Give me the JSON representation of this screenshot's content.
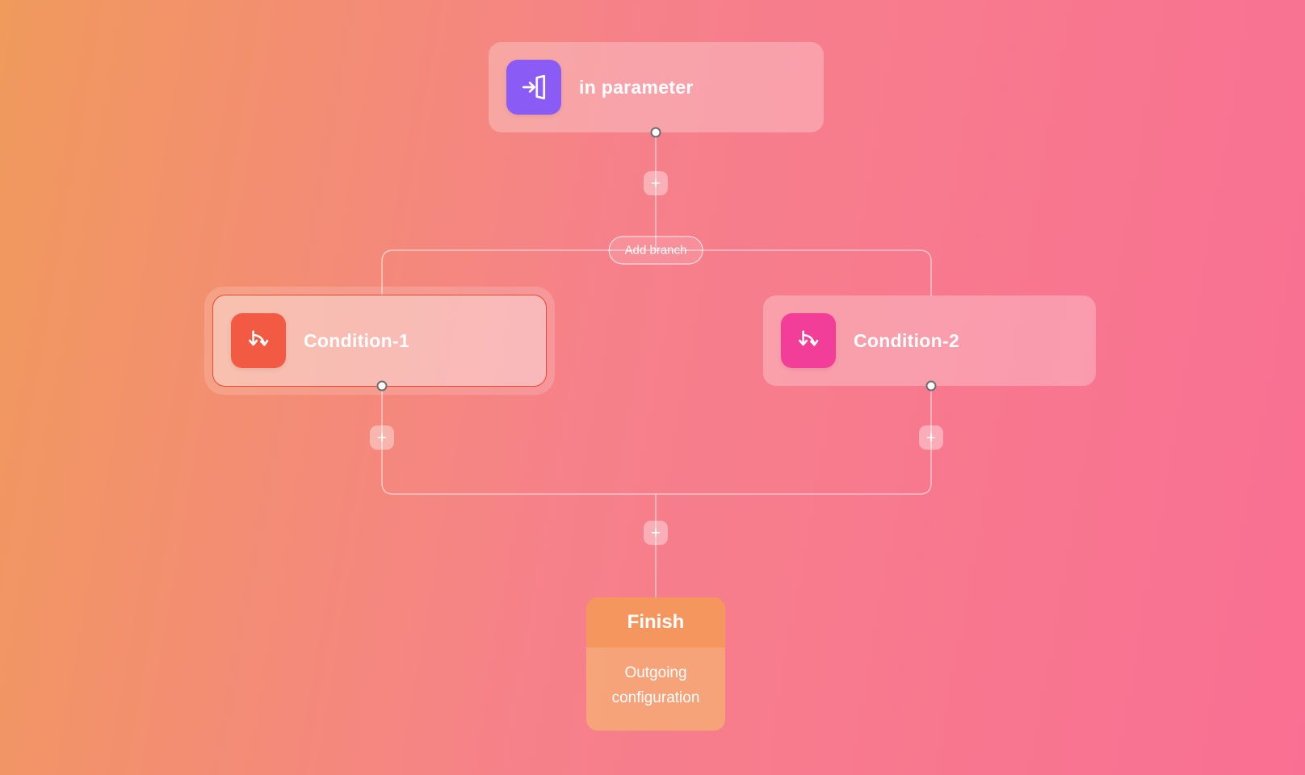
{
  "background": {
    "gradient_left": "#f09a5c",
    "gradient_right": "#f96f93"
  },
  "nodes": {
    "in_parameter": {
      "label": "in parameter",
      "icon": "login-icon",
      "icon_color": "#8a5cf5"
    },
    "condition_1": {
      "label": "Condition-1",
      "icon": "branch-icon",
      "icon_color": "#f25a43",
      "selected": true,
      "selected_border_color": "#f0482d"
    },
    "condition_2": {
      "label": "Condition-2",
      "icon": "branch-icon",
      "icon_color": "#f23e98",
      "selected": false
    },
    "finish": {
      "title": "Finish",
      "subtitle": "Outgoing configuration",
      "header_color": "#f3985c",
      "body_color": "#f6a777"
    }
  },
  "controls": {
    "add_branch_label": "Add branch",
    "add_step_label": "+"
  }
}
